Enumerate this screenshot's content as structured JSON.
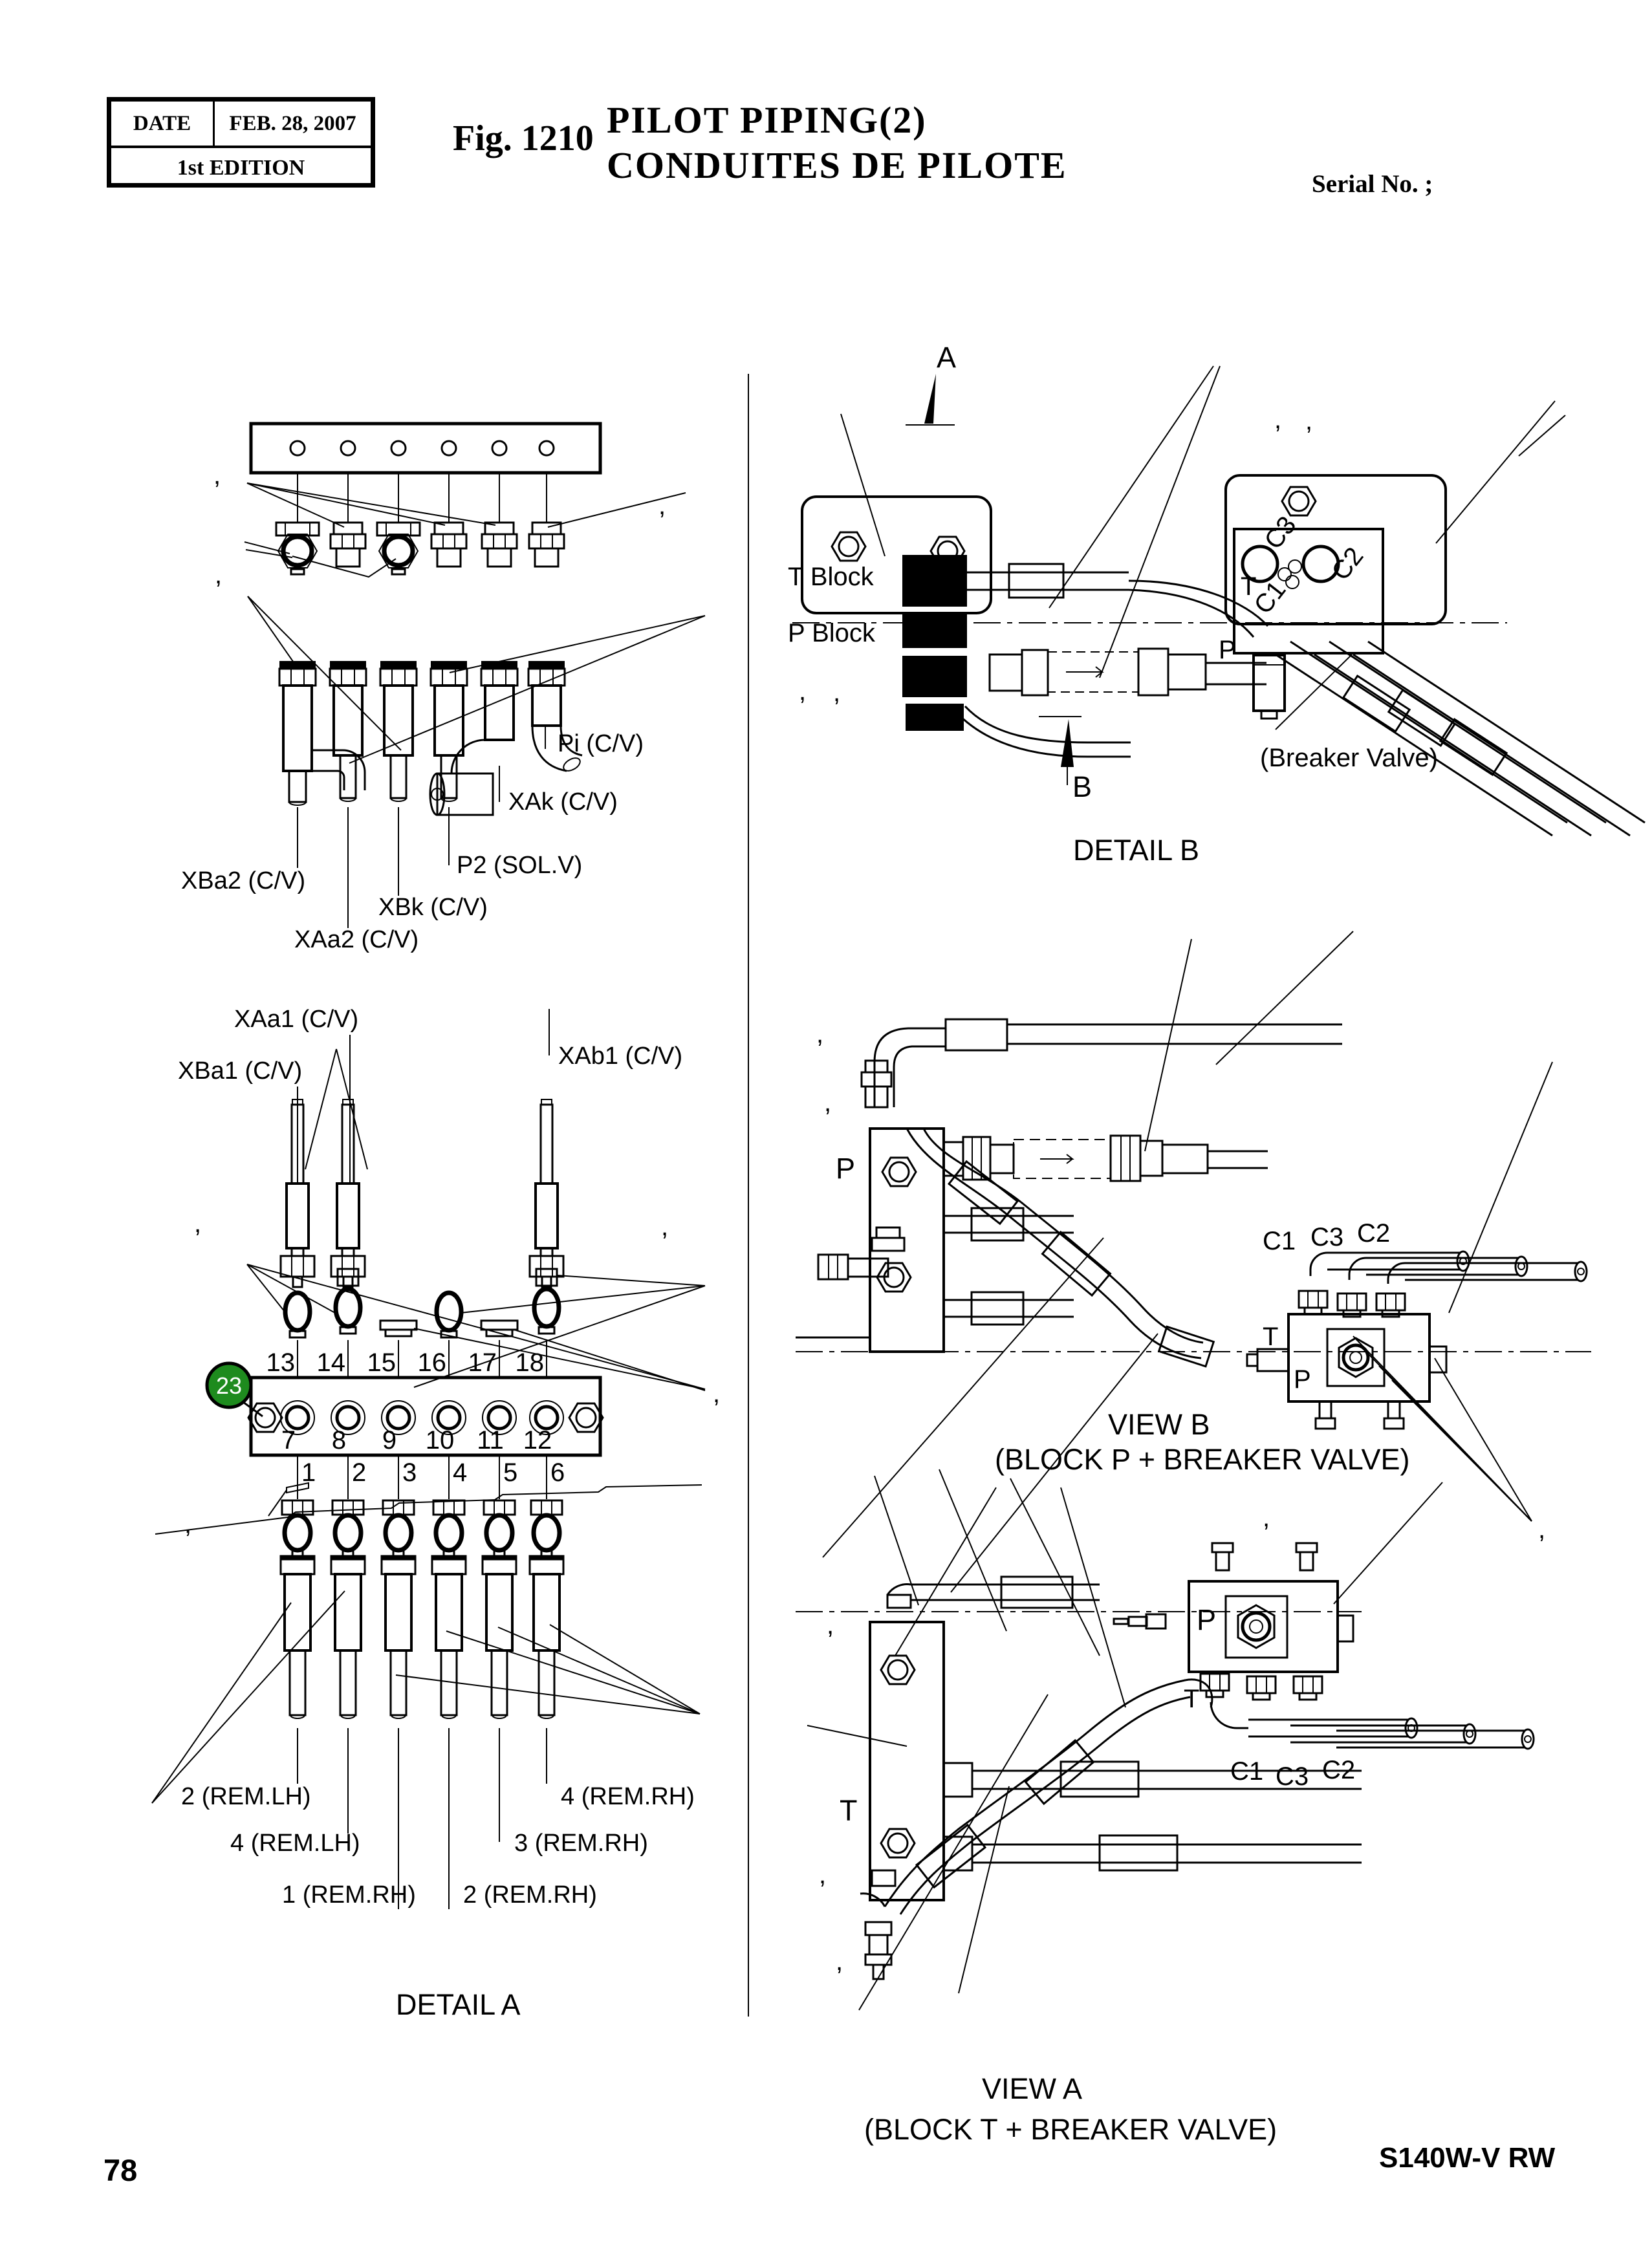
{
  "header": {
    "date_label": "DATE",
    "date_value": "FEB. 28, 2007",
    "edition": "1st EDITION",
    "fig_label": "Fig. 1210",
    "title_line1": "PILOT  PIPING(2)",
    "title_line2": "CONDUITES  DE  PILOTE",
    "serial_label": "Serial No. ;"
  },
  "footer": {
    "page_number": "78",
    "model_code": "S140W-V RW"
  },
  "colors": {
    "badge_green": "#1e8b1e",
    "line_black": "#000000",
    "paper_white": "#ffffff"
  },
  "redaction_mark": ",",
  "detail_a": {
    "caption": "DETAIL A",
    "badge": "23",
    "port_labels": [
      "Pi (C/V)",
      "XAk (C/V)",
      "P2 (SOL.V)",
      "XBa2 (C/V)",
      "XBk (C/V)",
      "XAa2 (C/V)",
      "XAa1 (C/V)",
      "XBa1 (C/V)",
      "XAb1 (C/V)"
    ],
    "numbers_top": [
      "13",
      "14",
      "15",
      "16",
      "17",
      "18"
    ],
    "numbers_middle": [
      "7",
      "8",
      "9",
      "10",
      "11",
      "12"
    ],
    "numbers_bottom": [
      "1",
      "2",
      "3",
      "4",
      "5",
      "6"
    ],
    "rem_labels": [
      "2 (REM.LH)",
      "4 (REM.LH)",
      "1 (REM.RH)",
      "2 (REM.RH)",
      "3 (REM.RH)",
      "4 (REM.RH)"
    ]
  },
  "detail_b": {
    "caption": "DETAIL B",
    "section_label_a": "A",
    "section_label_b": "B",
    "t_block": "T Block",
    "p_block": "P Block",
    "breaker_valve": "(Breaker Valve)",
    "ports": {
      "t": "T",
      "p": "P",
      "c1": "C1",
      "c2": "C2",
      "c3": "C3"
    }
  },
  "view_b": {
    "caption_line1": "VIEW B",
    "caption_line2": "(BLOCK P + BREAKER VALVE)",
    "block_label": "P",
    "ports": {
      "c1": "C1",
      "c3": "C3",
      "c2": "C2",
      "t": "T",
      "p": "P"
    }
  },
  "view_a": {
    "caption_line1": "VIEW A",
    "caption_line2": "(BLOCK T + BREAKER VALVE)",
    "block_label": "T",
    "ports": {
      "p": "P",
      "t": "T",
      "c1": "C1",
      "c3": "C3",
      "c2": "C2"
    }
  }
}
